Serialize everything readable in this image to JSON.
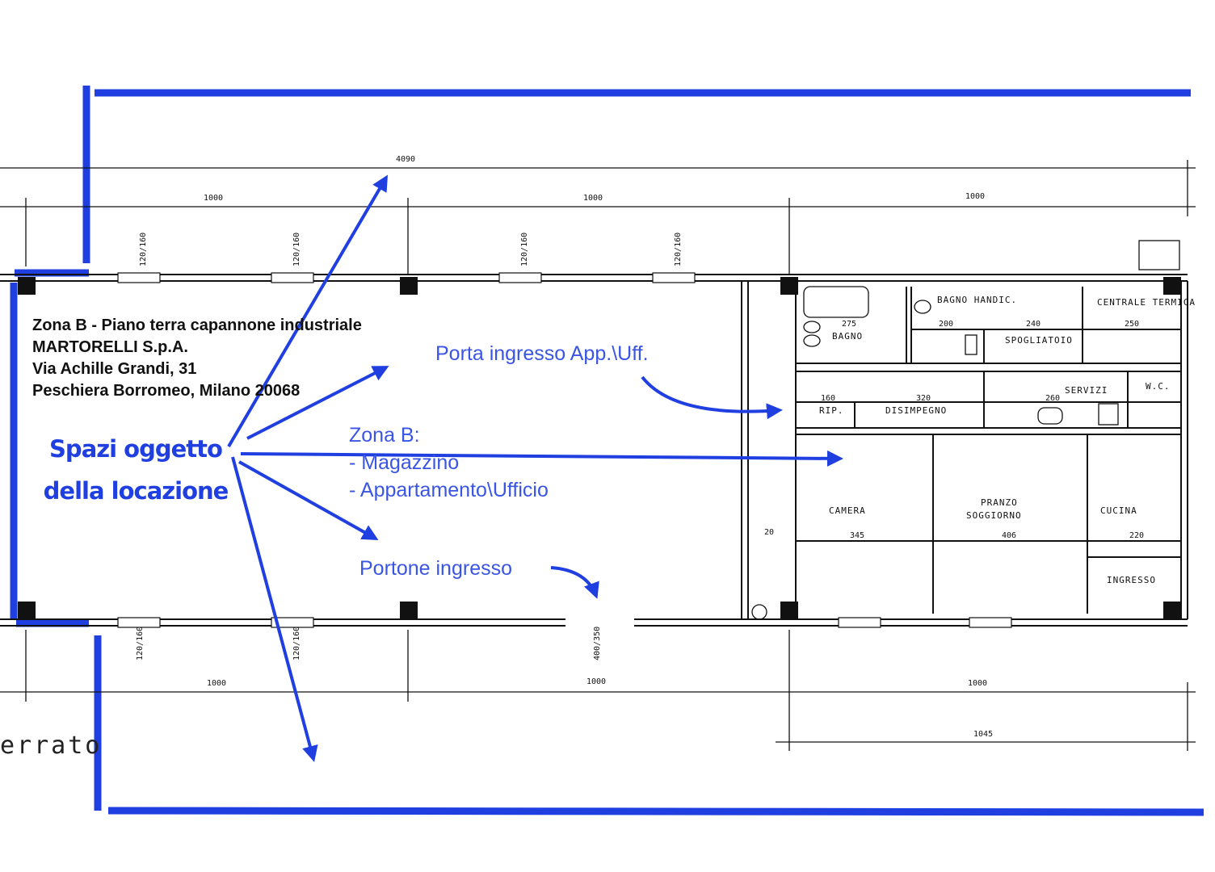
{
  "info_block": {
    "line1": "Zona B - Piano terra capannone industriale",
    "line2": "MARTORELLI S.p.A.",
    "line3": "Via Achille Grandi, 31",
    "line4": "Peschiera Borromeo, Milano 20068"
  },
  "headline": {
    "line1": "Spazi oggetto",
    "line2": "della locazione"
  },
  "callouts": {
    "porta": "Porta ingresso App.\\Uff.",
    "portone": "Portone ingresso",
    "zona_title": "Zona B:",
    "zona_item1": "- Magazzino",
    "zona_item2": "- Appartamento\\Ufficio"
  },
  "dimensions": {
    "total": "4090",
    "top_bay1": "1000",
    "top_bay2": "1000",
    "top_bay3": "1000",
    "bottom_bay1": "1000",
    "bottom_bay2": "1000",
    "bottom_bay3": "1000",
    "bottom_total": "1045",
    "window": "120/160",
    "door": "400/350",
    "offset": "20"
  },
  "rooms": {
    "bagno_h": "BAGNO HANDIC.",
    "centrale": "CENTRALE TERMICA",
    "bagno": "BAGNO",
    "spogliatoio": "SPOGLIATOIO",
    "servizi": "SERVIZI",
    "wc": "W.C.",
    "rip": "RIP.",
    "disimpegno": "DISIMPEGNO",
    "camera": "CAMERA",
    "pranzo": "PRANZO",
    "soggiorno": "SOGGIORNO",
    "cucina": "CUCINA",
    "ingresso": "INGRESSO"
  },
  "room_dims": {
    "d275": "275",
    "d200": "200",
    "d240": "240",
    "d250": "250",
    "d160": "160",
    "d320": "320",
    "d260": "260",
    "d345": "345",
    "d406": "406",
    "d220": "220"
  },
  "fragment_text": "errato",
  "colors": {
    "accent_blue": "#1f3fe0",
    "callout_blue": "#3a55e6",
    "line_black": "#111111"
  }
}
